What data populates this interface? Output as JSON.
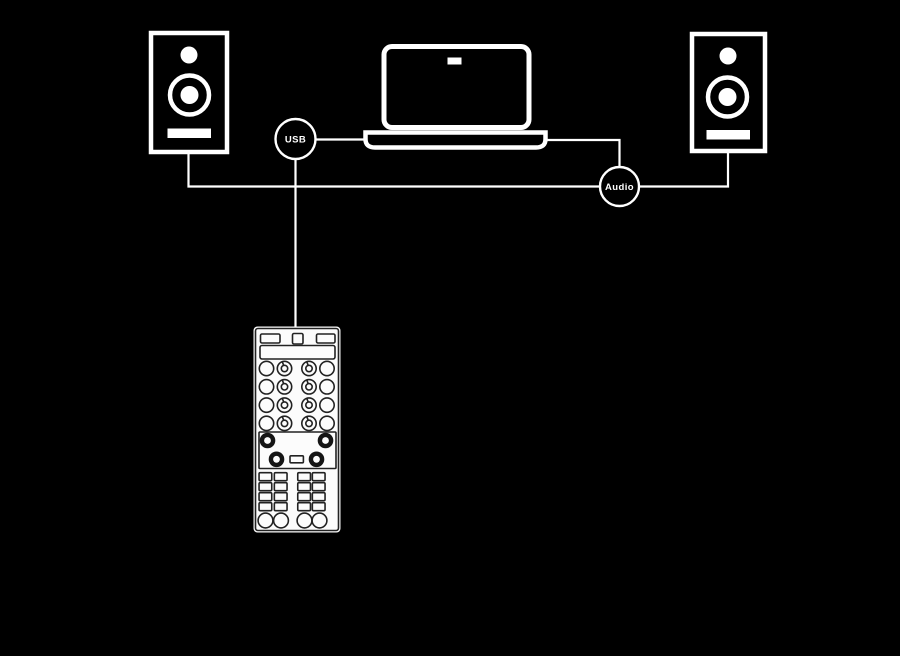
{
  "diagram": {
    "kind": "device-connection-setup",
    "connectors": {
      "usb": {
        "label": "USB"
      },
      "audio": {
        "label": "Audio"
      }
    },
    "icons": [
      "speaker-left-icon",
      "laptop-icon",
      "speaker-right-icon",
      "usb-connector",
      "audio-connector",
      "midi-controller-icon"
    ],
    "connections": [
      "usb-connector to laptop",
      "usb-connector to midi-controller",
      "laptop to audio-connector",
      "audio-connector to speaker-left",
      "audio-connector to speaker-right"
    ]
  },
  "colors": {
    "background": "#000000",
    "line": "#ffffff",
    "label-text": "#ffffff",
    "device-body": "#fcfcfc",
    "device-line": "#222222",
    "device-knob": "#151515"
  }
}
